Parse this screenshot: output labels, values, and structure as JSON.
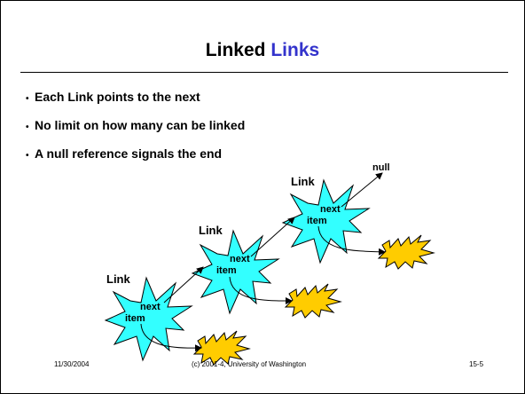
{
  "slide": {
    "title_part1": "Linked",
    "title_part2": "Links",
    "bullets": [
      "Each Link points to the next",
      "No limit on how many can be linked",
      "A null reference signals the end"
    ],
    "diagram": {
      "nodes": [
        {
          "label": "Link",
          "next_label": "next",
          "item_label": "item"
        },
        {
          "label": "Link",
          "next_label": "next",
          "item_label": "item"
        },
        {
          "label": "Link",
          "next_label": "next",
          "item_label": "item"
        }
      ],
      "null_label": "null",
      "colors": {
        "link_fill": "#33ffff",
        "item_fill": "#ffcc00",
        "title_accent": "#3333cc"
      }
    },
    "footer": {
      "date": "11/30/2004",
      "copyright": "(c) 2001-4, University of Washington",
      "page": "15-5"
    }
  }
}
